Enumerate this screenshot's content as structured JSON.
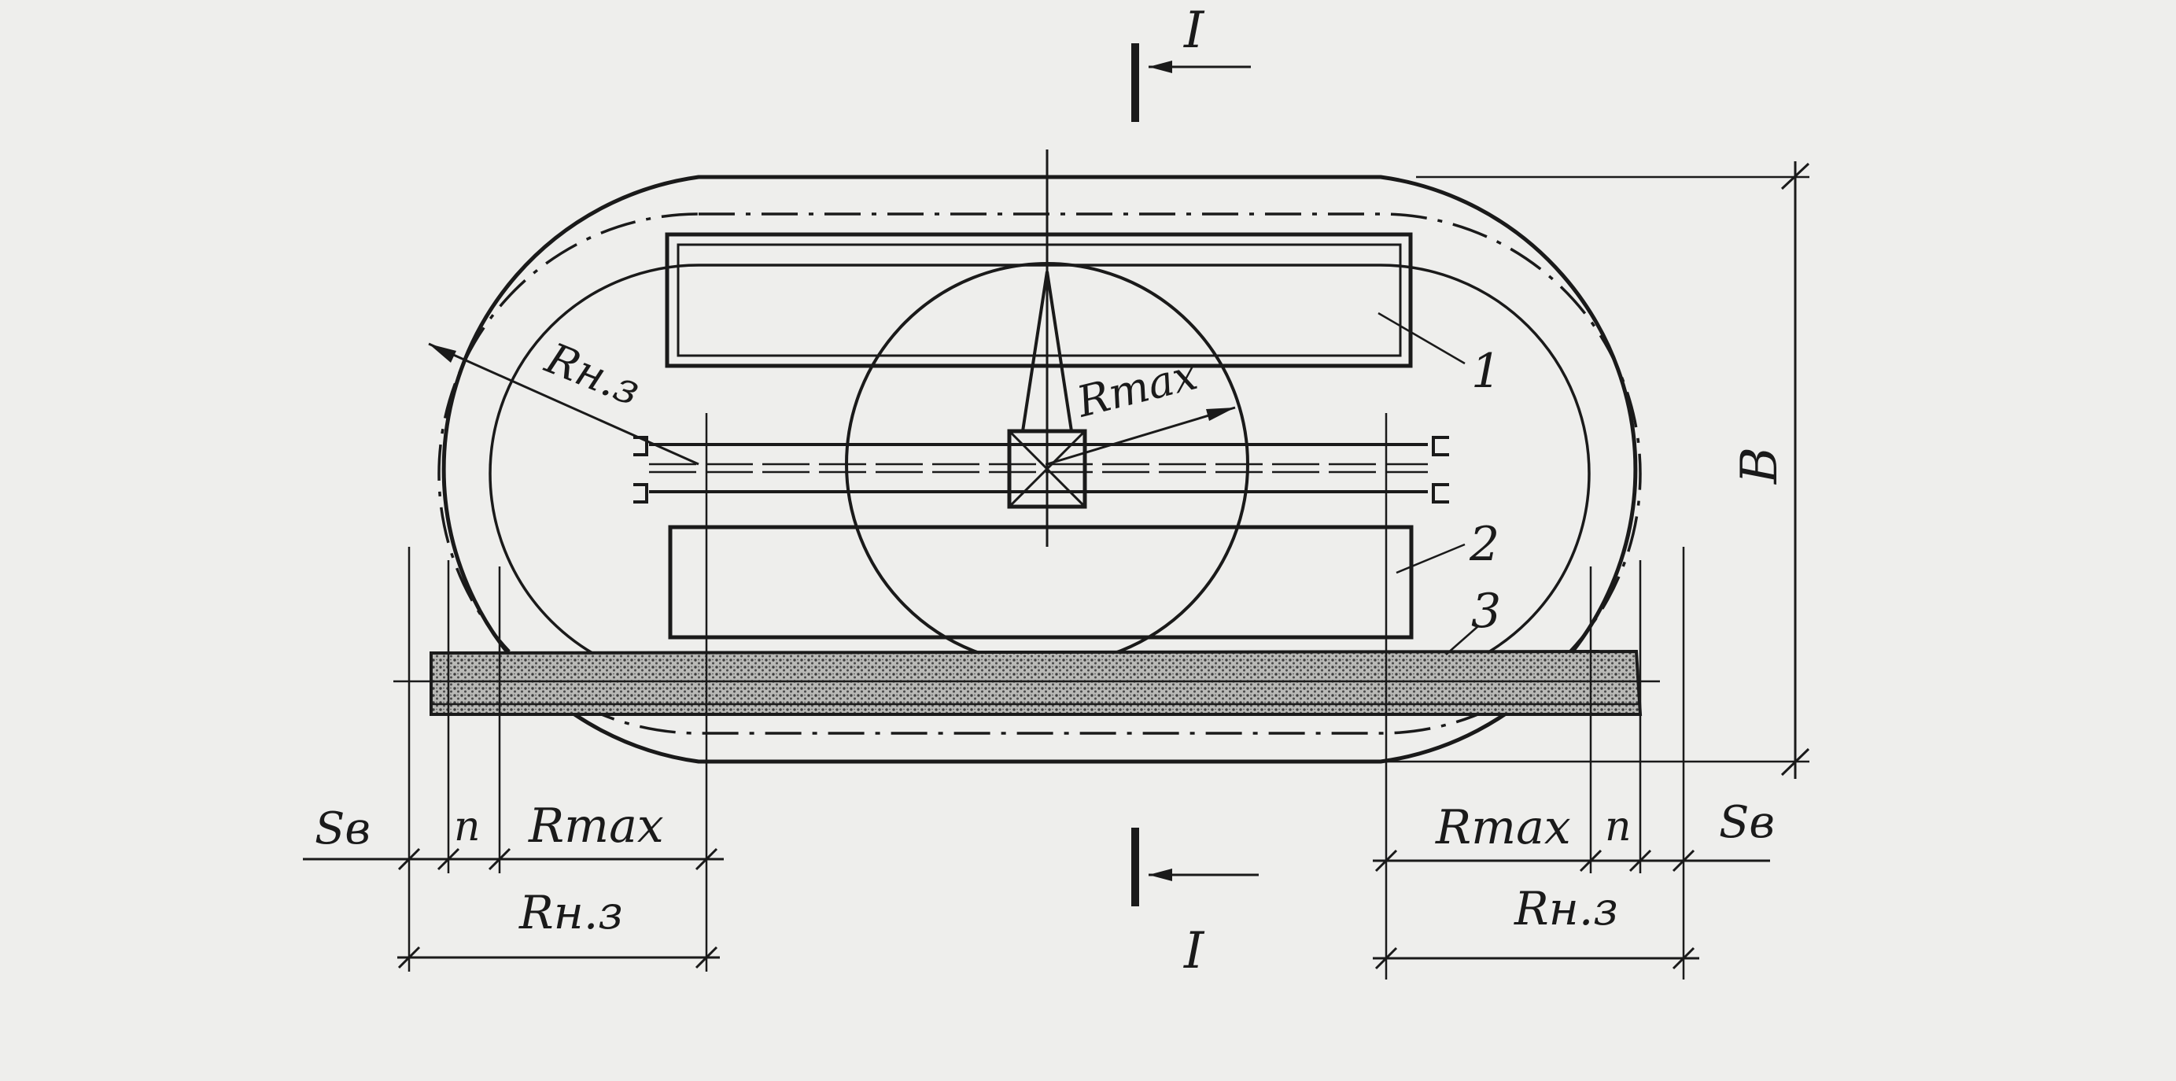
{
  "diagram": {
    "labels": {
      "section_top": "I",
      "section_bottom": "I",
      "r_nz_inner": "Rн.з",
      "r_max_center": "Rmax",
      "callout_1": "1",
      "callout_2": "2",
      "callout_3": "3",
      "width_b": "B",
      "left": {
        "s_v": "Sв",
        "n": "п",
        "r_max": "Rmax",
        "r_nz": "Rн.з"
      },
      "right": {
        "s_v": "Sв",
        "n": "п",
        "r_max": "Rmax",
        "r_nz": "Rн.з"
      }
    },
    "colors": {
      "ink": "#1a1a1a",
      "paper": "#eeeeec",
      "hatch": "#6e6e6e"
    }
  }
}
